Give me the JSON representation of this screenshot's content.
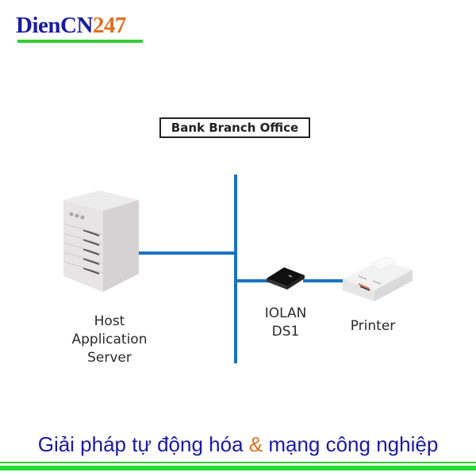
{
  "logo": {
    "brand": "DienCN",
    "number": "247",
    "colors": {
      "brand": "#1a1aa0",
      "number": "#e07020",
      "underline": "#33cc33"
    }
  },
  "diagram": {
    "title": "Bank Branch Office",
    "nodes": [
      {
        "id": "server",
        "icon": "server-icon",
        "label_lines": [
          "Host",
          "Application",
          "Server"
        ]
      },
      {
        "id": "iolan",
        "icon": "device-server-icon",
        "label_lines": [
          "IOLAN",
          "DS1"
        ]
      },
      {
        "id": "printer",
        "icon": "printer-icon",
        "label_lines": [
          "Printer"
        ]
      }
    ],
    "edges": [
      {
        "from": "server",
        "to": "network-bus"
      },
      {
        "from": "network-bus",
        "to": "iolan"
      },
      {
        "from": "iolan",
        "to": "printer"
      }
    ],
    "line_color": "#1a72c0"
  },
  "footer": {
    "text_before": "Giải pháp tự động hóa ",
    "amp": "&",
    "text_after": " mạng công nghiệp",
    "colors": {
      "text": "#1a1aa0",
      "amp": "#e07020",
      "lines": "#22dd33"
    }
  }
}
